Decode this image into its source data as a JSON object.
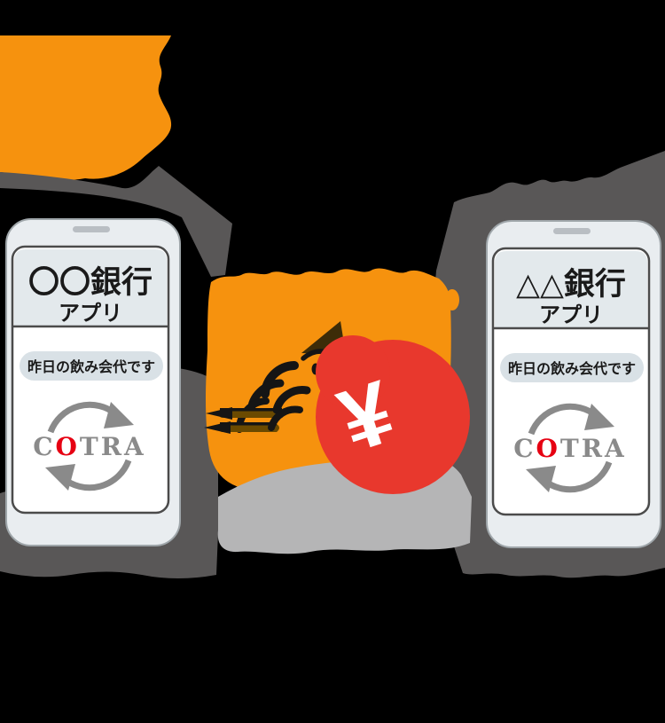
{
  "colors": {
    "background": "#000000",
    "person_orange": "#F6920E",
    "dark_gray": "#595757",
    "light_gray": "#B5B5B6",
    "phone_body": "#E9EDF0",
    "phone_outline": "#9FA6AA",
    "screen_white": "#FFFFFF",
    "screen_border": "#4B4B4B",
    "header_fill": "#E3E9EC",
    "pill_fill": "#D9E1E6",
    "speaker_gray": "#B9BEC3",
    "text_black": "#1A1A1A",
    "tiger_orange": "#F6920E",
    "stripe_black": "#151515",
    "ear_brown": "#3D2C08",
    "leg_brown": "#6B4A00",
    "bag_red": "#E8382D",
    "yen_white": "#FFFFFF",
    "cotra_gray": "#8A8A8A",
    "cotra_red": "#E60012"
  },
  "left_phone": {
    "bank_name": "〇〇銀行",
    "app_label": "アプリ",
    "message": "昨日の飲み会代です",
    "logo": {
      "c": "C",
      "o": "O",
      "tra": "TRA"
    }
  },
  "right_phone": {
    "bank_name": "△△銀行",
    "app_label": "アプリ",
    "message": "昨日の飲み会代です",
    "logo": {
      "c": "C",
      "o": "O",
      "tra": "TRA"
    }
  },
  "mascot": {
    "yen_symbol": "¥"
  }
}
